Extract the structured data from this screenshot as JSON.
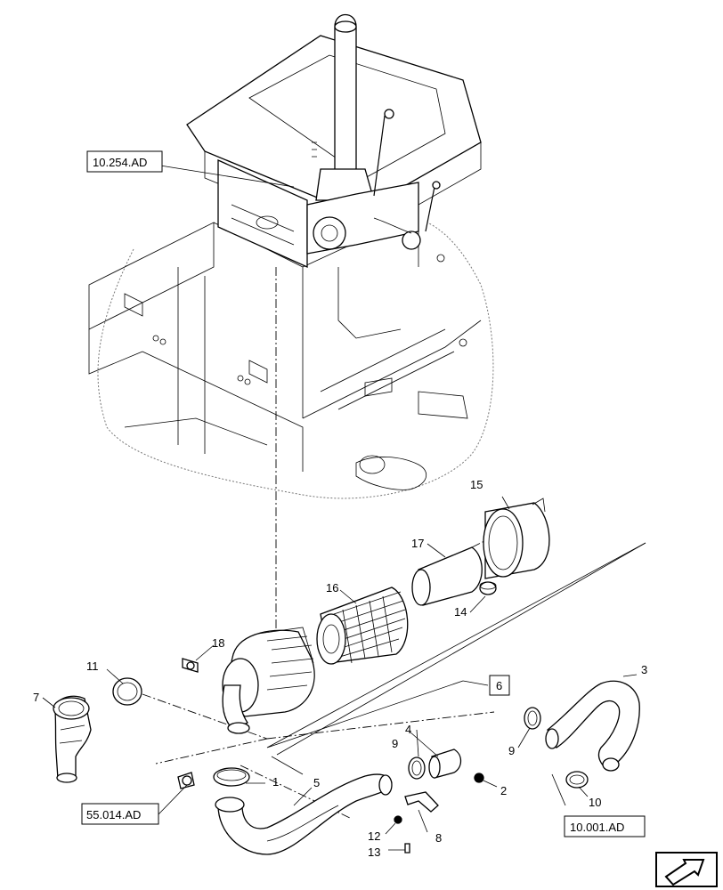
{
  "references": {
    "top": "10.254.AD",
    "left": "55.014.AD",
    "right": "10.001.AD"
  },
  "group_box": "6",
  "callouts": {
    "c1": "1",
    "c2": "2",
    "c3": "3",
    "c4": "4",
    "c5": "5",
    "c7": "7",
    "c8": "8",
    "c9a": "9",
    "c9b": "9",
    "c10": "10",
    "c11": "11",
    "c12": "12",
    "c13": "13",
    "c14": "14",
    "c15": "15",
    "c16": "16",
    "c17": "17",
    "c18": "18"
  },
  "nav_icon": "arrow-icon"
}
